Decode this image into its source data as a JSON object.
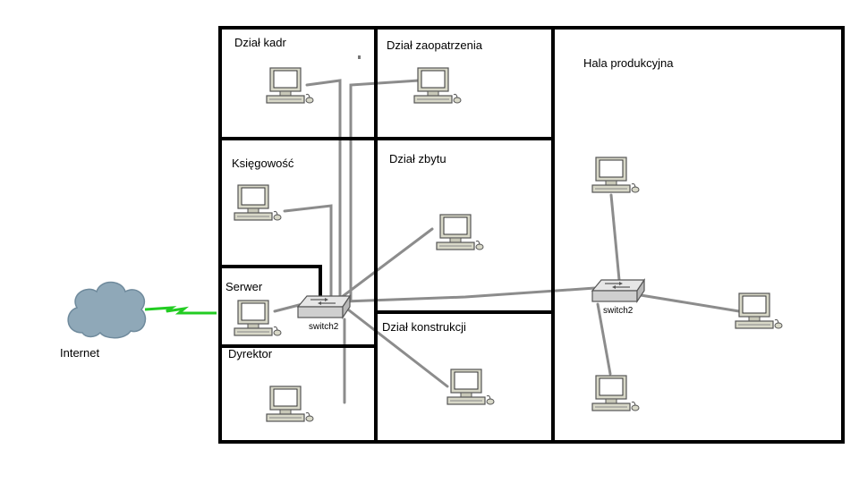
{
  "rooms": {
    "kadr": "Dział kadr",
    "zaopatrzenie": "Dział zaopatrzenia",
    "hala": "Hala produkcyjna",
    "ksiegowosc": "Księgowość",
    "zbyt": "Dział zbytu",
    "serwer": "Serwer",
    "konstrukcja": "Dział konstrukcji",
    "dyrektor": "Dyrektor"
  },
  "internet_label": "Internet",
  "switches": {
    "main": "switch2",
    "hala": "switch2"
  },
  "colors": {
    "wall": "#000000",
    "cable": "#8c8c8c",
    "wan_link": "#22cc22",
    "cloud": "#8fa8b8",
    "computer_body": "#d8d8c8",
    "screen": "#ffffff"
  },
  "icons": {
    "computer": "computer-icon",
    "switch": "switch-icon",
    "cloud": "cloud-icon"
  }
}
